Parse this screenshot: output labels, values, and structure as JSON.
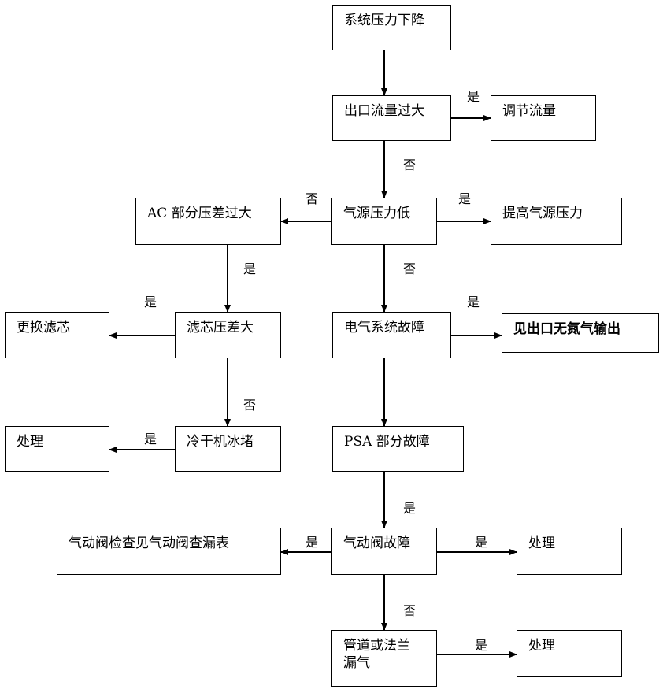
{
  "nodes": {
    "start": "系统压力下降",
    "outlet_flow": "出口流量过大",
    "adjust_flow": "调节流量",
    "air_source_low": "气源压力低",
    "raise_air_source": "提高气源压力",
    "ac_dp": "AC 部分压差过大",
    "filter_dp": "滤芯压差大",
    "replace_filter": "更换滤芯",
    "dryer_ice": "冷干机冰堵",
    "handle_1": "处理",
    "electrical_fault": "电气系统故障",
    "no_nitrogen": "见出口无氮气输出",
    "psa_fault": "PSA 部分故障",
    "valve_fault": "气动阀故障",
    "valve_check": "气动阀检查见气动阀查漏表",
    "handle_2": "处理",
    "pipe_leak_line1": "管道或法兰",
    "pipe_leak_line2": "漏气",
    "handle_3": "处理"
  },
  "labels": {
    "yes": "是",
    "no": "否"
  }
}
